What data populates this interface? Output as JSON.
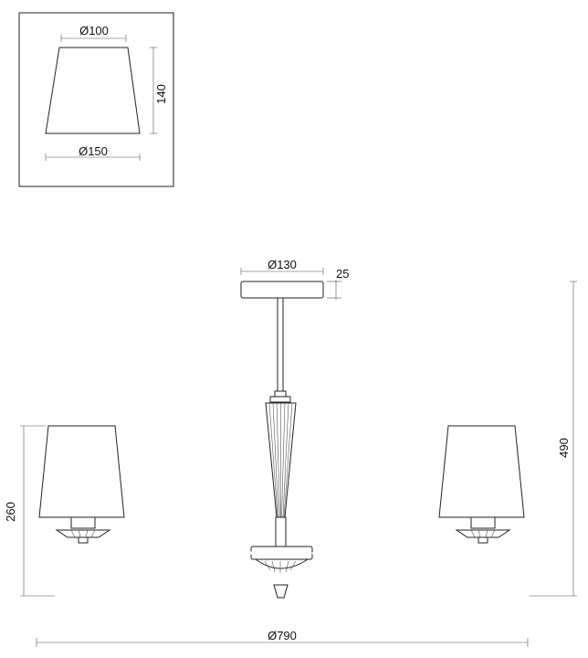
{
  "diagram": {
    "inset": {
      "top_diameter": "Ø100",
      "height": "140",
      "bottom_diameter": "Ø150"
    },
    "main": {
      "canopy_diameter": "Ø130",
      "canopy_height": "25",
      "total_height": "490",
      "arm_height": "260",
      "overall_diameter": "Ø790"
    }
  }
}
